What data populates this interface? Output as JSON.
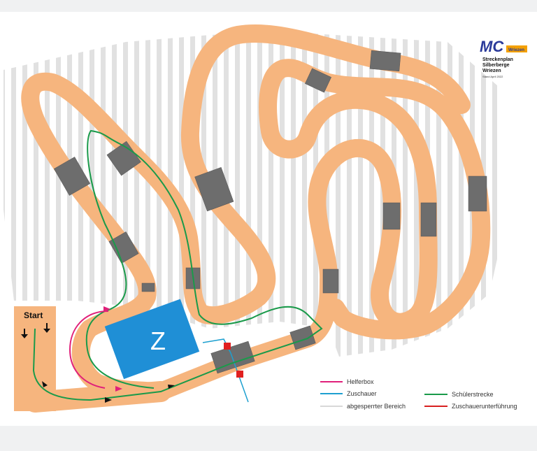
{
  "logo": {
    "letters": "MC",
    "club": "Wriezen",
    "title_lines": [
      "Streckenplan",
      "Silberberge",
      "Wriezen"
    ],
    "subtitle": "Stand April 2022"
  },
  "map": {
    "start_label": "Start",
    "zone_label": "Z"
  },
  "legend": {
    "items": [
      {
        "label": "Helferbox",
        "color": "#e0207a"
      },
      {
        "label": "Zuschauer",
        "color": "#1ea0d0"
      },
      {
        "label": "abgesperrter Bereich",
        "color": "#d8d8d8"
      },
      {
        "label": "Schülerstrecke",
        "color": "#1a9a4a"
      },
      {
        "label": "Zuschauerunterführung",
        "color": "#d82020"
      }
    ]
  },
  "colors": {
    "track": "#f6b57e",
    "zone": "#1f8fd6",
    "marker": "#6d6d6d"
  }
}
